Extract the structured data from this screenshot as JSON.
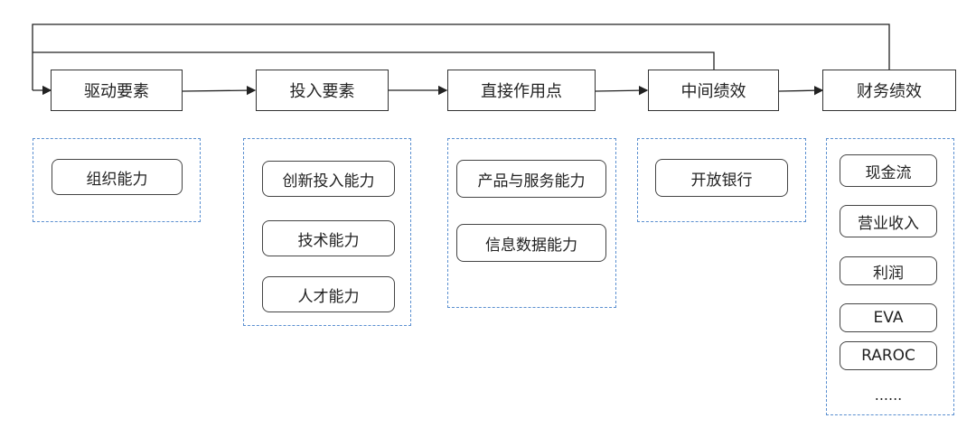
{
  "stages": [
    "驱动要素",
    "投入要素",
    "直接作用点",
    "中间绩效",
    "财务绩效"
  ],
  "groups": {
    "driving": [
      "组织能力"
    ],
    "input": [
      "创新投入能力",
      "技术能力",
      "人才能力"
    ],
    "direct": [
      "产品与服务能力",
      "信息数据能力"
    ],
    "intermediate": [
      "开放银行"
    ],
    "financial": [
      "现金流",
      "营业收入",
      "利润",
      "EVA",
      "RAROC",
      "......"
    ]
  },
  "colors": {
    "line": "#222222",
    "dashed_border": "#5a8fd0"
  }
}
